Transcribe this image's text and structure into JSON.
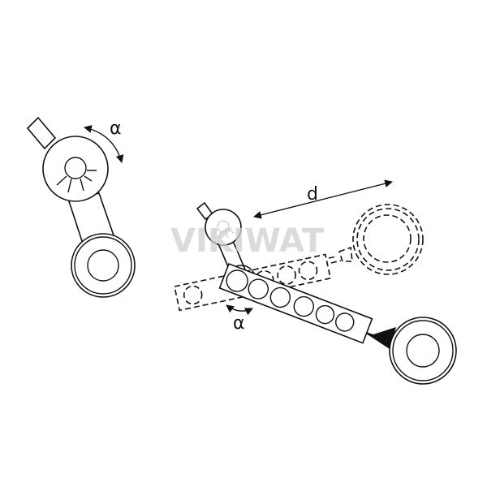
{
  "labels": {
    "angle_top": "α",
    "angle_bottom": "α",
    "distance": "d"
  },
  "watermark": "VIKIWAT",
  "colors": {
    "stroke": "#111111",
    "background": "#ffffff"
  }
}
